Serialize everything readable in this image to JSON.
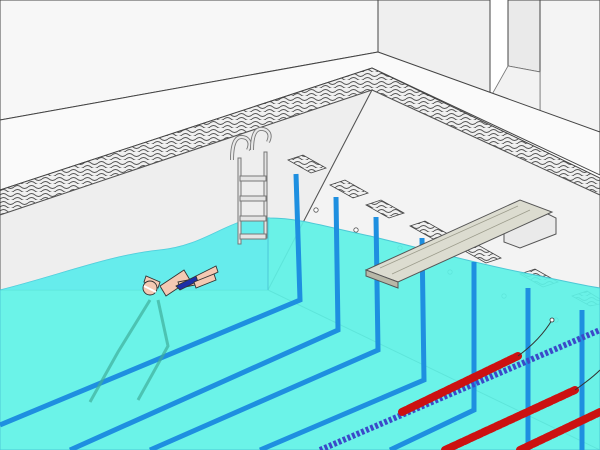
{
  "scene": {
    "description_label": "",
    "colors": {
      "background": "#ffffff",
      "wall": "#f2f2f2",
      "wall_shade": "#e6e6e6",
      "deck": "#f6f6f6",
      "tile_trim": "#9a9a9a",
      "water": "#5ef2e6",
      "water_edge": "#53d9dc",
      "lane_line": "#1e8fe0",
      "rope_red": "#cc1111",
      "rope_blue": "#3b49c9",
      "ladder": "#dcdcdc",
      "diving_board": "#dcdcd0",
      "swimmer_skin": "#f4c9b3",
      "swimmer_trunks": "#1d2fa8",
      "ink": "#333333"
    },
    "objects": [
      "pool",
      "ladder",
      "diving-board",
      "swimmer",
      "lane-ropes",
      "drain-grates"
    ]
  }
}
